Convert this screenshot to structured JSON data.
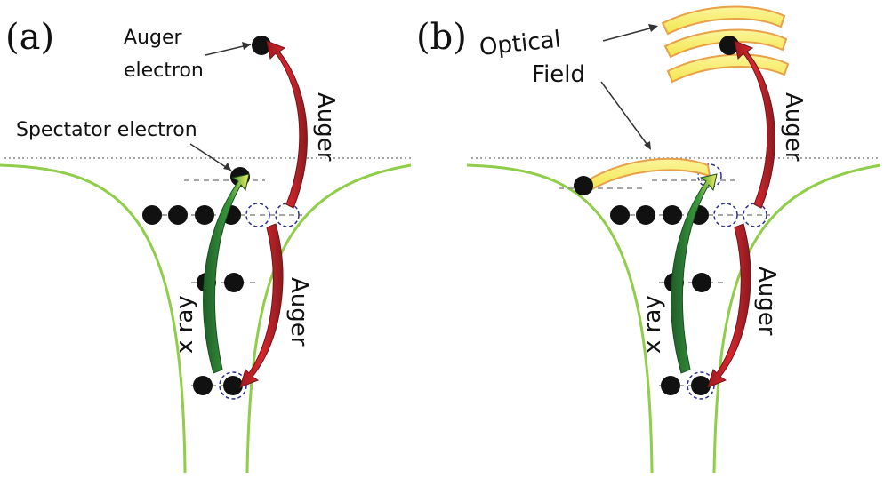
{
  "panels": {
    "a": {
      "label": "(a)",
      "annotations": {
        "auger_electron": [
          "Auger",
          "electron"
        ],
        "spectator": "Spectator electron"
      },
      "arrows": {
        "xray": "x ray",
        "auger_upper": "Auger",
        "auger_lower": "Auger"
      }
    },
    "b": {
      "label": "(b)",
      "annotations": {
        "optical_field": [
          "Optical",
          "Field"
        ]
      },
      "arrows": {
        "xray": "x ray",
        "auger_upper": "Auger",
        "auger_lower": "Auger"
      }
    }
  },
  "colors": {
    "potential": "#8fcd4a",
    "electron": "#111111",
    "vacancy": "#2c2f8f",
    "auger_arrow": "#c8232c",
    "xray_arrow": "#2e8b3a",
    "optical_field": "#f7ef6a",
    "optical_field_edge": "#e8a04a"
  }
}
